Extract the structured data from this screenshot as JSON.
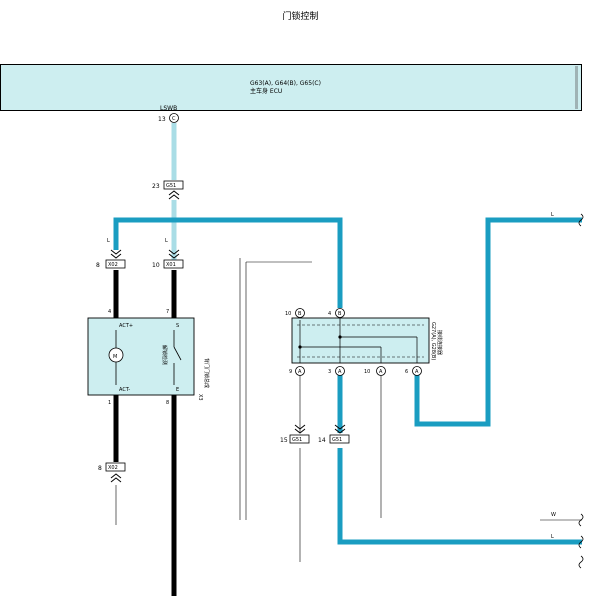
{
  "title": "门锁控制",
  "ecu": {
    "connectors": "G63(A), G64(B), G65(C)",
    "name": "主车身 ECU"
  },
  "wire_labels": {
    "lswb": "LSWB",
    "l": "L",
    "w": "W"
  },
  "pins": {
    "ecu_c13": "13",
    "ecu_c_letter": "C",
    "jc_23": "23",
    "jc_8": "8",
    "jc_10": "10",
    "motor_4": "4",
    "motor_7": "7",
    "motor_1": "1",
    "motor_8": "8",
    "bottom_8": "8",
    "module_10": "10",
    "module_4": "4",
    "module_9": "9",
    "module_3": "3",
    "module_10b": "10",
    "module_6": "6",
    "jc_15": "15",
    "jc_14": "14"
  },
  "connector_codes": {
    "top": "G51",
    "left": "X02",
    "mid": "X01",
    "bottom": "X02",
    "r1": "G51",
    "r2": "G51"
  },
  "pin_letters": {
    "b": "B",
    "a": "A"
  },
  "actuator": {
    "act_plus": "ACT+",
    "act_minus": "ACT-",
    "s": "S",
    "e": "E",
    "motor": "M",
    "switch_label": "解锁检测",
    "name_line1": "X3",
    "name_line2": "背门门锁总成"
  },
  "module": {
    "line1": "G27(A), G28(B)",
    "line2": "接线连接器"
  }
}
